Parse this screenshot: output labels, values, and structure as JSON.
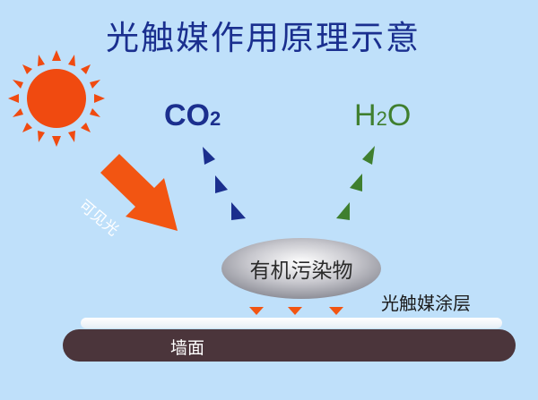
{
  "title": "光触媒作用原理示意",
  "co2": {
    "main": "CO",
    "sub": "2"
  },
  "h2o": {
    "main_h": "H",
    "sub": "2",
    "main_o": "O"
  },
  "light_label": "可见光",
  "pollutant_label": "有机污染物",
  "coating_label": "光触媒涂层",
  "wall_label": "墙面",
  "colors": {
    "background": "#bfe0fa",
    "title": "#1a2f8f",
    "sun": "#f04a10",
    "arrow": "#f25512",
    "co2": "#1b2f8e",
    "h2o": "#3f7f2f",
    "coating": "#ffffff",
    "wall": "#4b353b"
  },
  "icons": [
    "sun-icon",
    "light-arrow-icon",
    "co2-triangle-icon",
    "h2o-triangle-icon",
    "catalyst-triangle-icon"
  ]
}
